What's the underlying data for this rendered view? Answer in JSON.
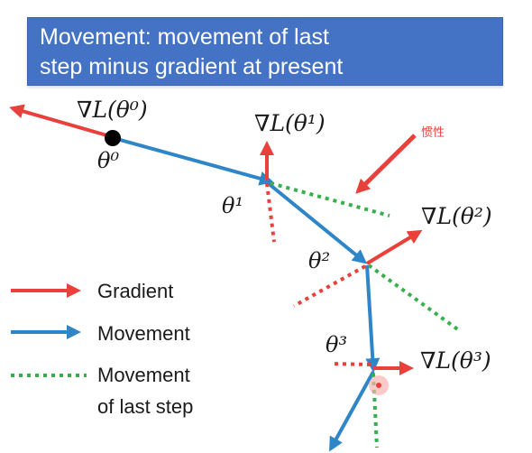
{
  "colors": {
    "title_background": "#4472c4",
    "title_text": "#ffffff",
    "gradient": "#e8403a",
    "movement": "#2e86c8",
    "last_movement": "#35b04a",
    "annotation": "#e8403a"
  },
  "title": {
    "line1": "Movement: movement of last",
    "line2": "step minus gradient at present"
  },
  "labels": {
    "grad0": "∇L(θ⁰)",
    "grad1": "∇L(θ¹)",
    "grad2": "∇L(θ²)",
    "grad3": "∇L(θ³)",
    "theta0": "θ⁰",
    "theta1": "θ¹",
    "theta2": "θ²",
    "theta3": "θ³"
  },
  "annotation": {
    "text": "惯性"
  },
  "legend": {
    "gradient": "Gradient",
    "movement": "Movement",
    "last_step_line1": "Movement",
    "last_step_line2": "of last step"
  }
}
